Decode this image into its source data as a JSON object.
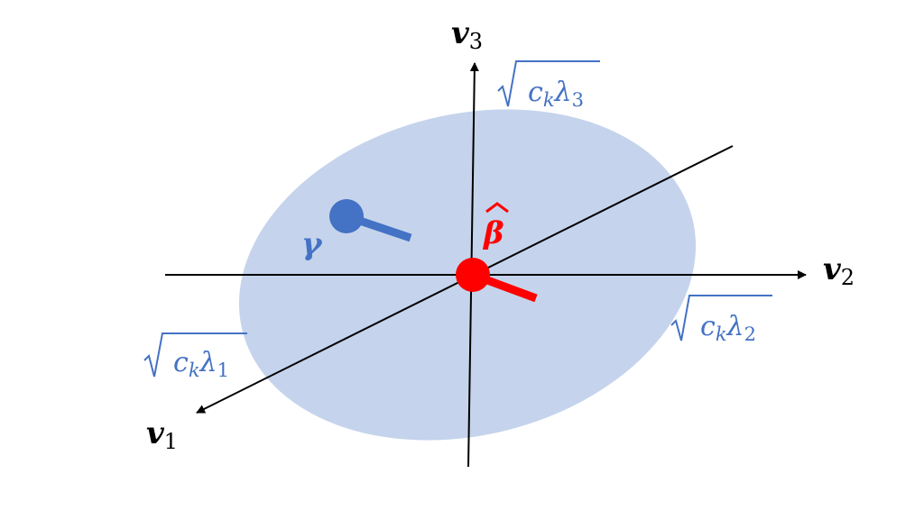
{
  "colors": {
    "ellipse_fill": "#c5d4ec",
    "axis": "#000000",
    "radius_label": "#4472c4",
    "gamma": "#4472c4",
    "beta_hat": "#ff0000"
  },
  "axes": {
    "v1": {
      "letter": "v",
      "subscript": "1"
    },
    "v2": {
      "letter": "v",
      "subscript": "2"
    },
    "v3": {
      "letter": "v",
      "subscript": "3"
    }
  },
  "radius_labels": {
    "r1": {
      "c": "c",
      "k": "k",
      "lambda": "λ",
      "index": "1"
    },
    "r2": {
      "c": "c",
      "k": "k",
      "lambda": "λ",
      "index": "2"
    },
    "r3": {
      "c": "c",
      "k": "k",
      "lambda": "λ",
      "index": "3"
    }
  },
  "points": {
    "gamma": {
      "label": "γ",
      "icon": "lollipop-marker"
    },
    "beta_hat": {
      "label": "β",
      "hat": "^",
      "icon": "lollipop-marker"
    }
  }
}
